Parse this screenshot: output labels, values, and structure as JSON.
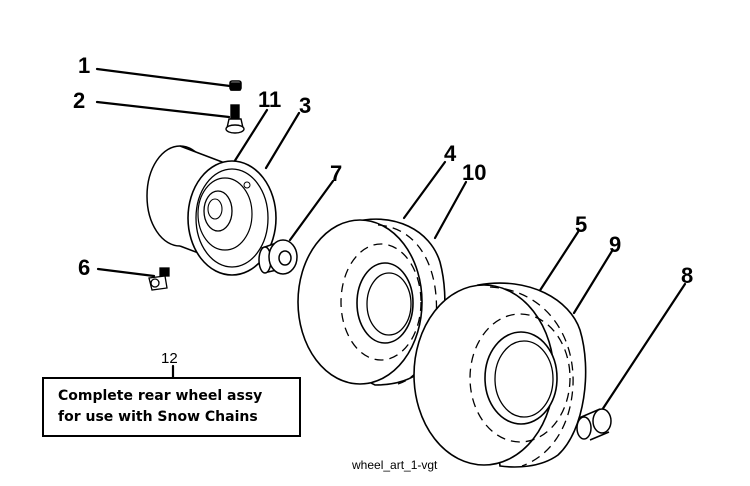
{
  "callouts": [
    {
      "id": "p1",
      "label": "1"
    },
    {
      "id": "p2",
      "label": "2"
    },
    {
      "id": "p11",
      "label": "11"
    },
    {
      "id": "p3",
      "label": "3"
    },
    {
      "id": "p7",
      "label": "7"
    },
    {
      "id": "p4",
      "label": "4"
    },
    {
      "id": "p10",
      "label": "10"
    },
    {
      "id": "p6",
      "label": "6"
    },
    {
      "id": "p5",
      "label": "5"
    },
    {
      "id": "p9",
      "label": "9"
    },
    {
      "id": "p8",
      "label": "8"
    }
  ],
  "note": {
    "number": "12",
    "lines": [
      "Complete rear wheel assy",
      "for use with Snow Chains"
    ]
  },
  "caption": "wheel_art_1-vgt",
  "colors": {
    "ink": "#000000",
    "background": "#ffffff"
  }
}
